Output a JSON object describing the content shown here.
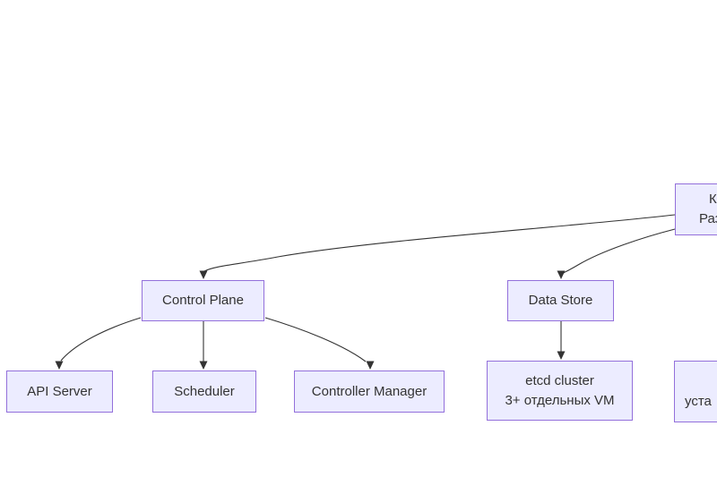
{
  "diagram": {
    "type": "flowchart",
    "colors": {
      "node_fill": "#ECECFF",
      "node_border": "#9370DB",
      "text": "#333333",
      "edge": "#333333",
      "background": "#ffffff"
    },
    "nodes": {
      "root_partial": {
        "note": "box truncated by right viewport edge",
        "line1": "К",
        "line2": "Раз"
      },
      "control_plane": {
        "label": "Control Plane"
      },
      "data_store": {
        "label": "Data Store"
      },
      "api_server": {
        "label": "API Server"
      },
      "scheduler": {
        "label": "Scheduler"
      },
      "controller_manager": {
        "label": "Controller Manager"
      },
      "etcd": {
        "line1": "etcd cluster",
        "line2": "3+ отдельных VM"
      },
      "install_partial": {
        "note": "box truncated by right viewport edge",
        "line1": "",
        "line2": "уста"
      }
    },
    "edges": [
      {
        "from": "root_partial",
        "to": "control_plane"
      },
      {
        "from": "root_partial",
        "to": "data_store"
      },
      {
        "from": "control_plane",
        "to": "api_server"
      },
      {
        "from": "control_plane",
        "to": "scheduler"
      },
      {
        "from": "control_plane",
        "to": "controller_manager"
      },
      {
        "from": "data_store",
        "to": "etcd"
      }
    ]
  }
}
